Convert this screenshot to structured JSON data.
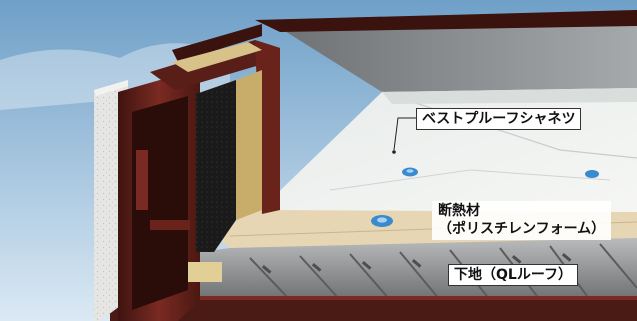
{
  "labels": {
    "membrane": "ベストプルーフシャネツ",
    "insulation_line1": "断熱材",
    "insulation_line2": "（ポリスチレンフォーム）",
    "deck": "下地（QLルーフ）"
  },
  "colors": {
    "sky_top": "#6fa0c8",
    "sky_bottom": "#dbe9f4",
    "membrane": "#eef0ee",
    "insulation": "#e6d6b4",
    "parapet": "#5a1e18",
    "wall_panel": "#8a8c8e",
    "deck_steel": "#9a9c9e",
    "concrete": "#e4e4e2",
    "fastener": "#3a8ad0"
  }
}
